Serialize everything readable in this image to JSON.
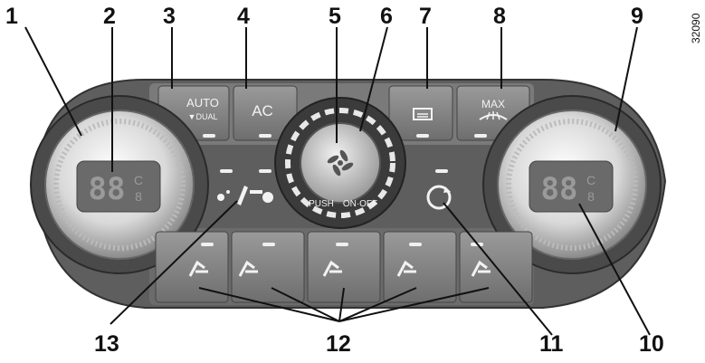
{
  "callouts": [
    "1",
    "2",
    "3",
    "4",
    "5",
    "6",
    "7",
    "8",
    "9",
    "10",
    "11",
    "12",
    "13"
  ],
  "ref_code": "32090",
  "buttons": {
    "auto": "AUTO",
    "dual": "▼DUAL",
    "ac": "AC",
    "max": "MAX"
  },
  "center_dial": {
    "push_label": "PUSH",
    "onoff_label": "ON·OFF"
  },
  "left_display": {
    "digits": "88",
    "unit_c": "C",
    "unit_f": "8"
  },
  "right_display": {
    "digits": "88",
    "unit_c": "C",
    "unit_f": "8"
  }
}
